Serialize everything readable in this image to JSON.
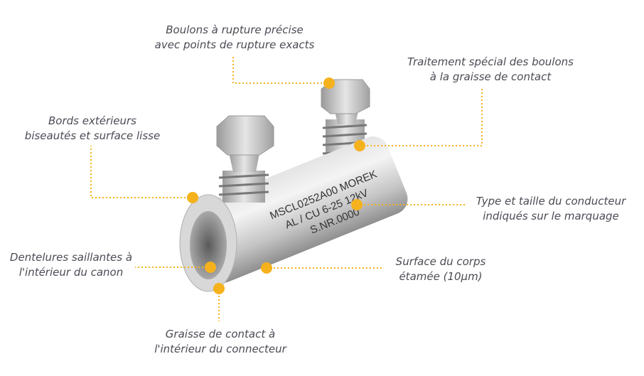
{
  "accent_color": "#f5b21d",
  "product": {
    "marking_line1": "MSCL0252A00   MOREK",
    "marking_line2": "AL / CU 6-25   12kV",
    "marking_line3": "S.NR.0000"
  },
  "callouts": [
    {
      "id": "bolts",
      "line1": "Boulons à rupture précise",
      "line2": "avec points de rupture exacts"
    },
    {
      "id": "bolt-grease",
      "line1": "Traitement spécial des boulons",
      "line2": "à la graisse de contact"
    },
    {
      "id": "edges",
      "line1": "Bords extérieurs",
      "line2": "biseautés et surface lisse"
    },
    {
      "id": "marking",
      "line1": "Type et taille du conducteur",
      "line2": "indiqués sur le marquage"
    },
    {
      "id": "serrations",
      "line1": "Dentelures saillantes à",
      "line2": "l'intérieur du canon"
    },
    {
      "id": "surface",
      "line1": "Surface du corps",
      "line2": "étamée (10µm)"
    },
    {
      "id": "inner-grease",
      "line1": "Graisse de contact à",
      "line2": "l'intérieur du connecteur"
    }
  ]
}
